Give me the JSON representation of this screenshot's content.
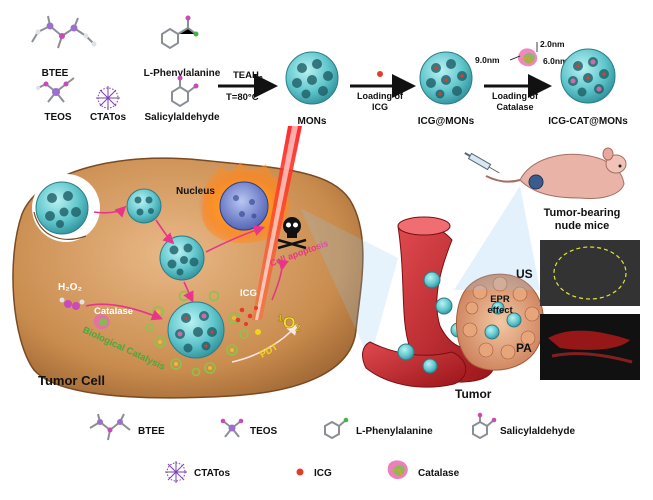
{
  "synthesis": {
    "reagents_left": [
      "BTEE",
      "TEOS",
      "CTATos"
    ],
    "reagents_mid": [
      "L-Phenylalanine",
      "Salicylaldehyde"
    ],
    "step1": {
      "line1": "TEAH",
      "line1_sub": "3",
      "line2": "T=80°C"
    },
    "step2": {
      "line1": "Loading of",
      "line2": "ICG"
    },
    "step3": {
      "line1": "Loading of",
      "line2": "Catalase"
    },
    "products": [
      "MONs",
      "ICG@MONs",
      "ICG-CAT@MONs"
    ],
    "dims": {
      "d1": "9.0nm",
      "d2": "2.0nm",
      "d3": "6.0nm"
    }
  },
  "cell": {
    "title": "Tumor Cell",
    "nucleus": "Nucleus",
    "h2o2": "H₂O₂",
    "catalase": "Catalase",
    "bio_catalysis": "Biological Catalysis",
    "icg": "ICG",
    "o2": "O",
    "o2_sub": "2",
    "o2_sup": "1",
    "pdt": "PDT",
    "apoptosis": "Cell apoptosis"
  },
  "tumor": {
    "label": "Tumor",
    "epr_line1": "EPR",
    "epr_line2": "effect",
    "mice_line1": "Tumor-bearing",
    "mice_line2": "nude mice",
    "us": "US",
    "pa": "PA"
  },
  "legend": [
    {
      "label": "BTEE",
      "icon": "btee-molecule-icon"
    },
    {
      "label": "TEOS",
      "icon": "teos-molecule-icon"
    },
    {
      "label": "L-Phenylalanine",
      "icon": "phenylalanine-molecule-icon"
    },
    {
      "label": "Salicylaldehyde",
      "icon": "salicylaldehyde-molecule-icon"
    },
    {
      "label": "CTATos",
      "icon": "ctatos-micelle-icon"
    },
    {
      "label": "ICG",
      "icon": "icg-dot-icon"
    },
    {
      "label": "Catalase",
      "icon": "catalase-protein-icon"
    }
  ],
  "colors": {
    "nanoparticle": "#6fd3d8",
    "cell": "#c98c4e",
    "vessel": "#c0262c",
    "laser": "#e0161b",
    "icg": "#e53b2c",
    "pink_text": "#e8358a",
    "green_text": "#4aa83b"
  }
}
